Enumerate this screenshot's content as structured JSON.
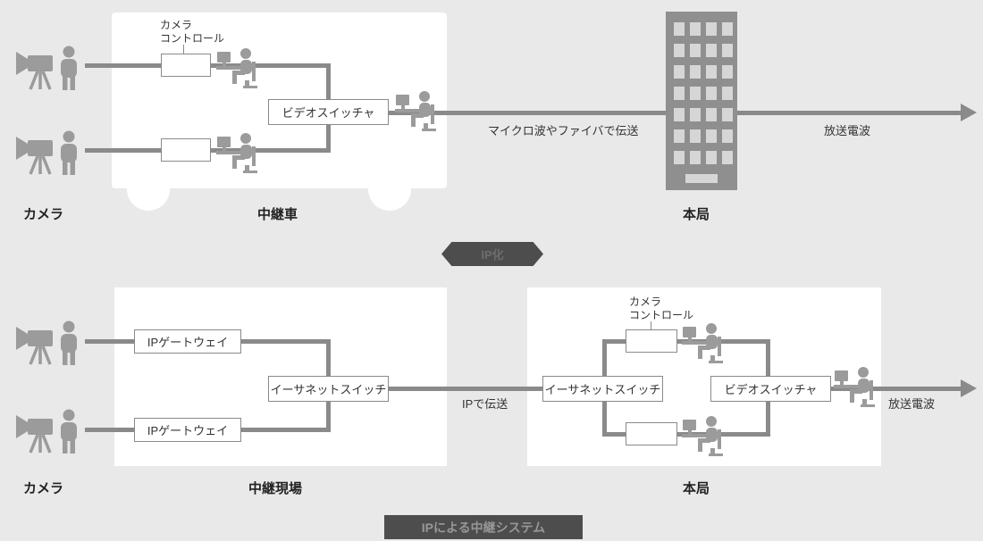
{
  "colors": {
    "background": "#e9e9e9",
    "panel": "#ffffff",
    "line": "#8a8a8a",
    "icon_gray": "#9b9b9b",
    "text": "#333333",
    "dark_shape": "#4d4d4d",
    "building_body": "#8f8f8f",
    "building_window": "#d6d6d6"
  },
  "icons": {
    "camera_operator": "video-camera-on-tripod-with-operator",
    "desk_operator": "operator-sitting-at-desk-with-monitor",
    "building": "broadcast-station-building"
  },
  "top": {
    "camera_control": {
      "line1": "カメラ",
      "line2": "コントロール"
    },
    "video_switcher_label": "ビデオスイッチャ",
    "transmission_label": "マイクロ波やファイバで伝送",
    "broadcast_label": "放送電波",
    "captions": {
      "camera": "カメラ",
      "van": "中継車",
      "station": "本局"
    }
  },
  "divider": {
    "label": "IP化"
  },
  "bottom": {
    "ip_gateway_top": "IPゲートウェイ",
    "ip_gateway_bottom": "IPゲートウェイ",
    "ethernet_switch_left": "イーサネットスイッチ",
    "ethernet_switch_right": "イーサネットスイッチ",
    "camera_control": {
      "line1": "カメラ",
      "line2": "コントロール"
    },
    "video_switcher_label": "ビデオスイッチャ",
    "transmission_label": "IPで伝送",
    "broadcast_label": "放送電波",
    "captions": {
      "camera": "カメラ",
      "site": "中継現場",
      "station": "本局"
    }
  },
  "footer": {
    "label": "IPによる中継システム"
  }
}
